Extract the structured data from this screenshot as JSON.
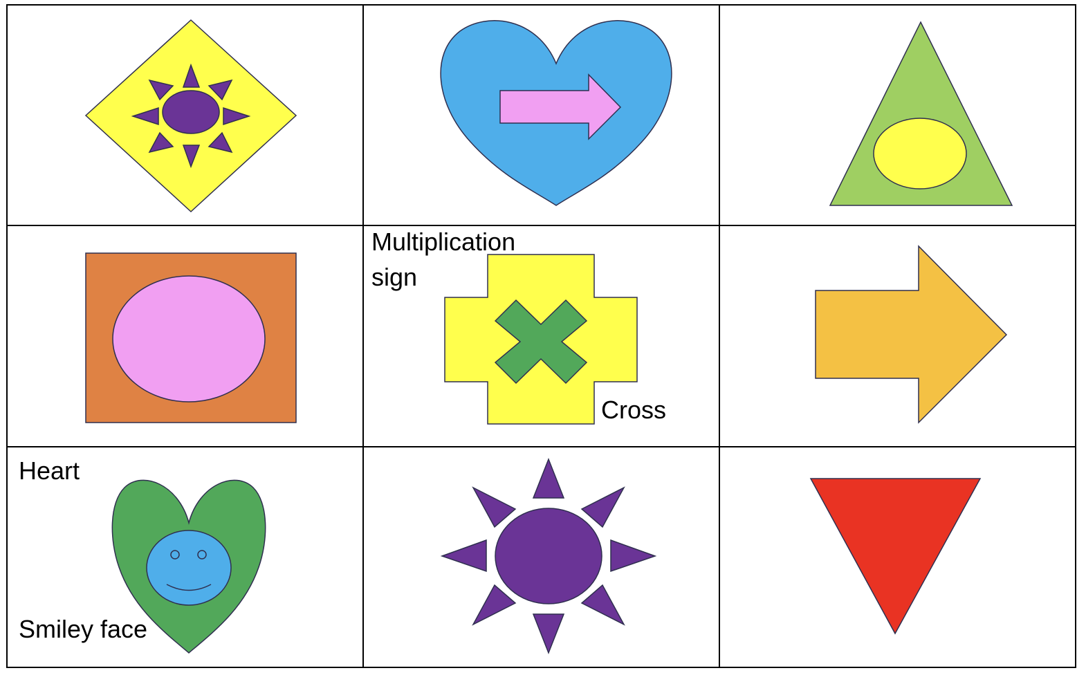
{
  "colors": {
    "yellow": "#FFFF4D",
    "purple": "#6A3496",
    "blue": "#4FAEEA",
    "pink": "#F19FF2",
    "green_light": "#9FCF62",
    "orange": "#DF8244",
    "green": "#52A85A",
    "amber": "#F4C144",
    "red": "#E93323",
    "outline": "#2F2F4F",
    "grid": "#000000"
  },
  "cells": [
    {
      "shape": "diamond",
      "fill": "yellow",
      "inner": "sun",
      "inner_fill": "purple"
    },
    {
      "shape": "heart",
      "fill": "blue",
      "inner": "right-arrow",
      "inner_fill": "pink"
    },
    {
      "shape": "triangle",
      "fill": "green_light",
      "inner": "ellipse",
      "inner_fill": "yellow"
    },
    {
      "shape": "rectangle",
      "fill": "orange",
      "inner": "ellipse",
      "inner_fill": "pink"
    },
    {
      "shape": "cross",
      "fill": "yellow",
      "inner": "multiplication-sign",
      "inner_fill": "green"
    },
    {
      "shape": "right-arrow",
      "fill": "amber"
    },
    {
      "shape": "heart",
      "fill": "green",
      "inner": "smiley-face",
      "inner_fill": "blue"
    },
    {
      "shape": "sun",
      "fill": "purple"
    },
    {
      "shape": "inverted-triangle",
      "fill": "red"
    }
  ],
  "labels": {
    "multiplication_line1": "Multiplication",
    "multiplication_line2": "sign",
    "cross": "Cross",
    "heart": "Heart",
    "smiley": "Smiley face"
  }
}
